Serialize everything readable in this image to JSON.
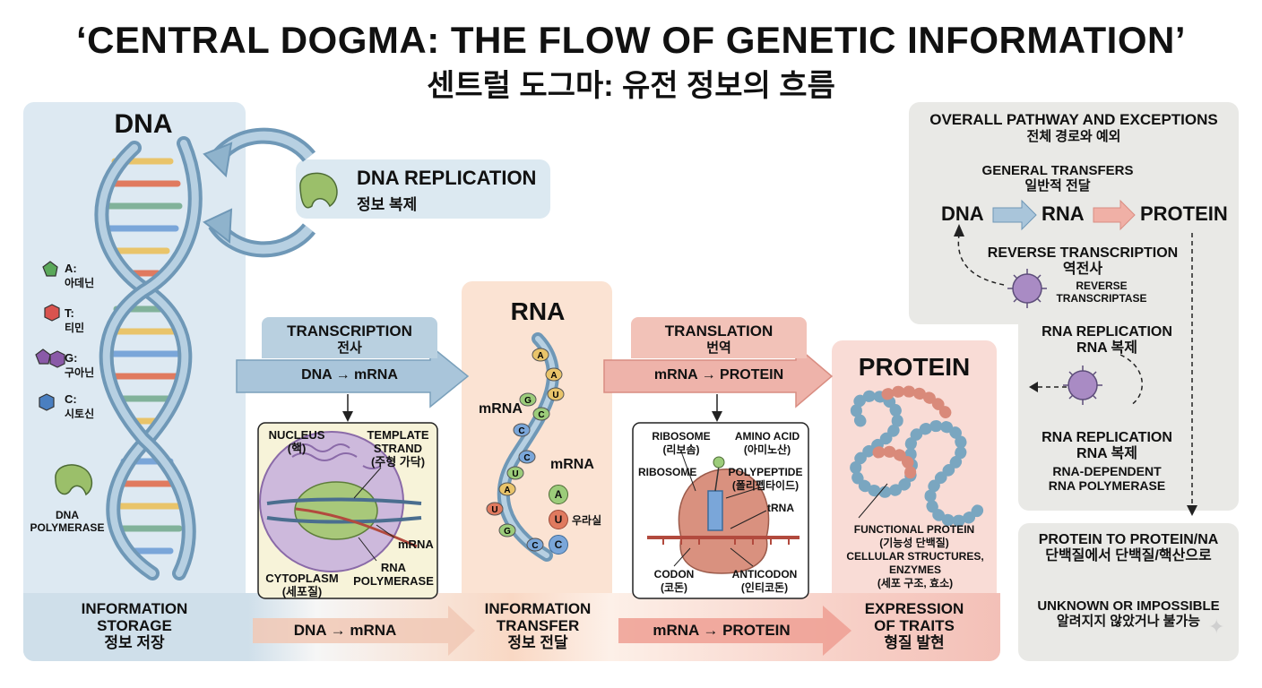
{
  "title": "‘CENTRAL DOGMA: THE FLOW OF GENETIC INFORMATION’",
  "subtitle": "센트럴 도그마: 유전 정보의 흐름",
  "dna": {
    "heading": "DNA",
    "bases": [
      {
        "letter": "A:",
        "name": "아데닌",
        "color": "#5aa85a"
      },
      {
        "letter": "T:",
        "name": "티민",
        "color": "#d9534f"
      },
      {
        "letter": "G:",
        "name": "구아닌",
        "color": "#8a5aa8"
      },
      {
        "letter": "C:",
        "name": "시토신",
        "color": "#4a7fc1"
      }
    ],
    "polymerase_line1": "DNA",
    "polymerase_line2": "POLYMERASE",
    "footer_line1": "INFORMATION",
    "footer_line2": "STORAGE",
    "footer_line3": "정보 저장"
  },
  "replication": {
    "title": "DNA REPLICATION",
    "subtitle": "정보 복제"
  },
  "transcription": {
    "title": "TRANSCRIPTION",
    "subtitle": "전사",
    "arrow_label": "DNA → mRNA",
    "nucleus_label": "NUCLEUS",
    "nucleus_ko": "(핵)",
    "template_line1": "TEMPLATE",
    "template_line2": "STRAND",
    "template_ko": "(주형 가닥)",
    "mrna_label": "mRNA",
    "cytoplasm_label": "CYTOPLASM",
    "cytoplasm_ko": "(세포질)",
    "rnapol_line1": "RNA",
    "rnapol_line2": "POLYMERASE",
    "bottom_arrow_label": "DNA → mRNA"
  },
  "rna": {
    "heading": "RNA",
    "mrna_left": "mRNA",
    "mrna_right": "mRNA",
    "strand_bases": [
      "A",
      "A",
      "U",
      "G",
      "C",
      "C",
      "U",
      "C",
      "A",
      "U",
      "G",
      "C"
    ],
    "legend": [
      {
        "letter": "A",
        "color": "#9ccc7a"
      },
      {
        "letter": "U",
        "color": "#e07a5f",
        "name": "우라실"
      },
      {
        "letter": "C",
        "color": "#7aa6d9"
      }
    ],
    "footer_line1": "INFORMATION",
    "footer_line2": "TRANSFER",
    "footer_line3": "정보 전달"
  },
  "translation": {
    "title": "TRANSLATION",
    "subtitle": "번역",
    "arrow_label": "mRNA → PROTEIN",
    "ribosome_top": "RIBOSOME",
    "ribosome_top_ko": "(리보솜)",
    "amino": "AMINO ACID",
    "amino_ko": "(아미노산)",
    "ribosome_left": "RIBOSOME",
    "polypeptide": "POLYPEPTIDE",
    "polypeptide_ko": "(폴리펩타이드)",
    "trna": "tRNA",
    "codon": "CODON",
    "codon_ko": "(코돈)",
    "anticodon": "ANTICODON",
    "anticodon_ko": "(인티코돈)",
    "bottom_arrow_label": "mRNA → PROTEIN"
  },
  "protein": {
    "heading": "PROTEIN",
    "functional": "FUNCTIONAL PROTEIN",
    "functional_ko": "(기능성 단백질)",
    "cellular_line1": "CELLULAR STRUCTURES,",
    "cellular_line2": "ENZYMES",
    "cellular_ko": "(세포 구조, 효소)",
    "footer_line1": "EXPRESSION",
    "footer_line2": "OF TRAITS",
    "footer_line3": "형질 발현"
  },
  "overall": {
    "title": "OVERALL PATHWAY AND EXCEPTIONS",
    "title_ko": "전체 경로와 예외",
    "general": "GENERAL TRANSFERS",
    "general_ko": "일반적 전달",
    "flow": [
      "DNA",
      "RNA",
      "PROTEIN"
    ],
    "reverse": "REVERSE TRANSCRIPTION",
    "reverse_ko": "역전사",
    "reverse_enzyme_line1": "REVERSE",
    "reverse_enzyme_line2": "TRANSCRIPTASE",
    "rna_rep": "RNA REPLICATION",
    "rna_rep_ko": "RNA 복제",
    "rna_rep2": "RNA REPLICATION",
    "rna_rep2_ko": "RNA 복제",
    "rdrp_line1": "RNA-DEPENDENT",
    "rdrp_line2": "RNA POLYMERASE",
    "ptp": "PROTEIN TO PROTEIN/NA",
    "ptp_ko": "단백질에서 단백질/핵산으로",
    "unknown": "UNKNOWN OR IMPOSSIBLE",
    "unknown_ko": "알려지지 않았거나 불가능"
  },
  "colors": {
    "dna_panel": "#dde9f2",
    "rna_panel": "#fbe3d3",
    "protein_panel": "#f9dcd6",
    "gray_panel": "#e9e9e6",
    "arrow_blue": "#9fbfd6",
    "arrow_red": "#e7a9a0"
  }
}
